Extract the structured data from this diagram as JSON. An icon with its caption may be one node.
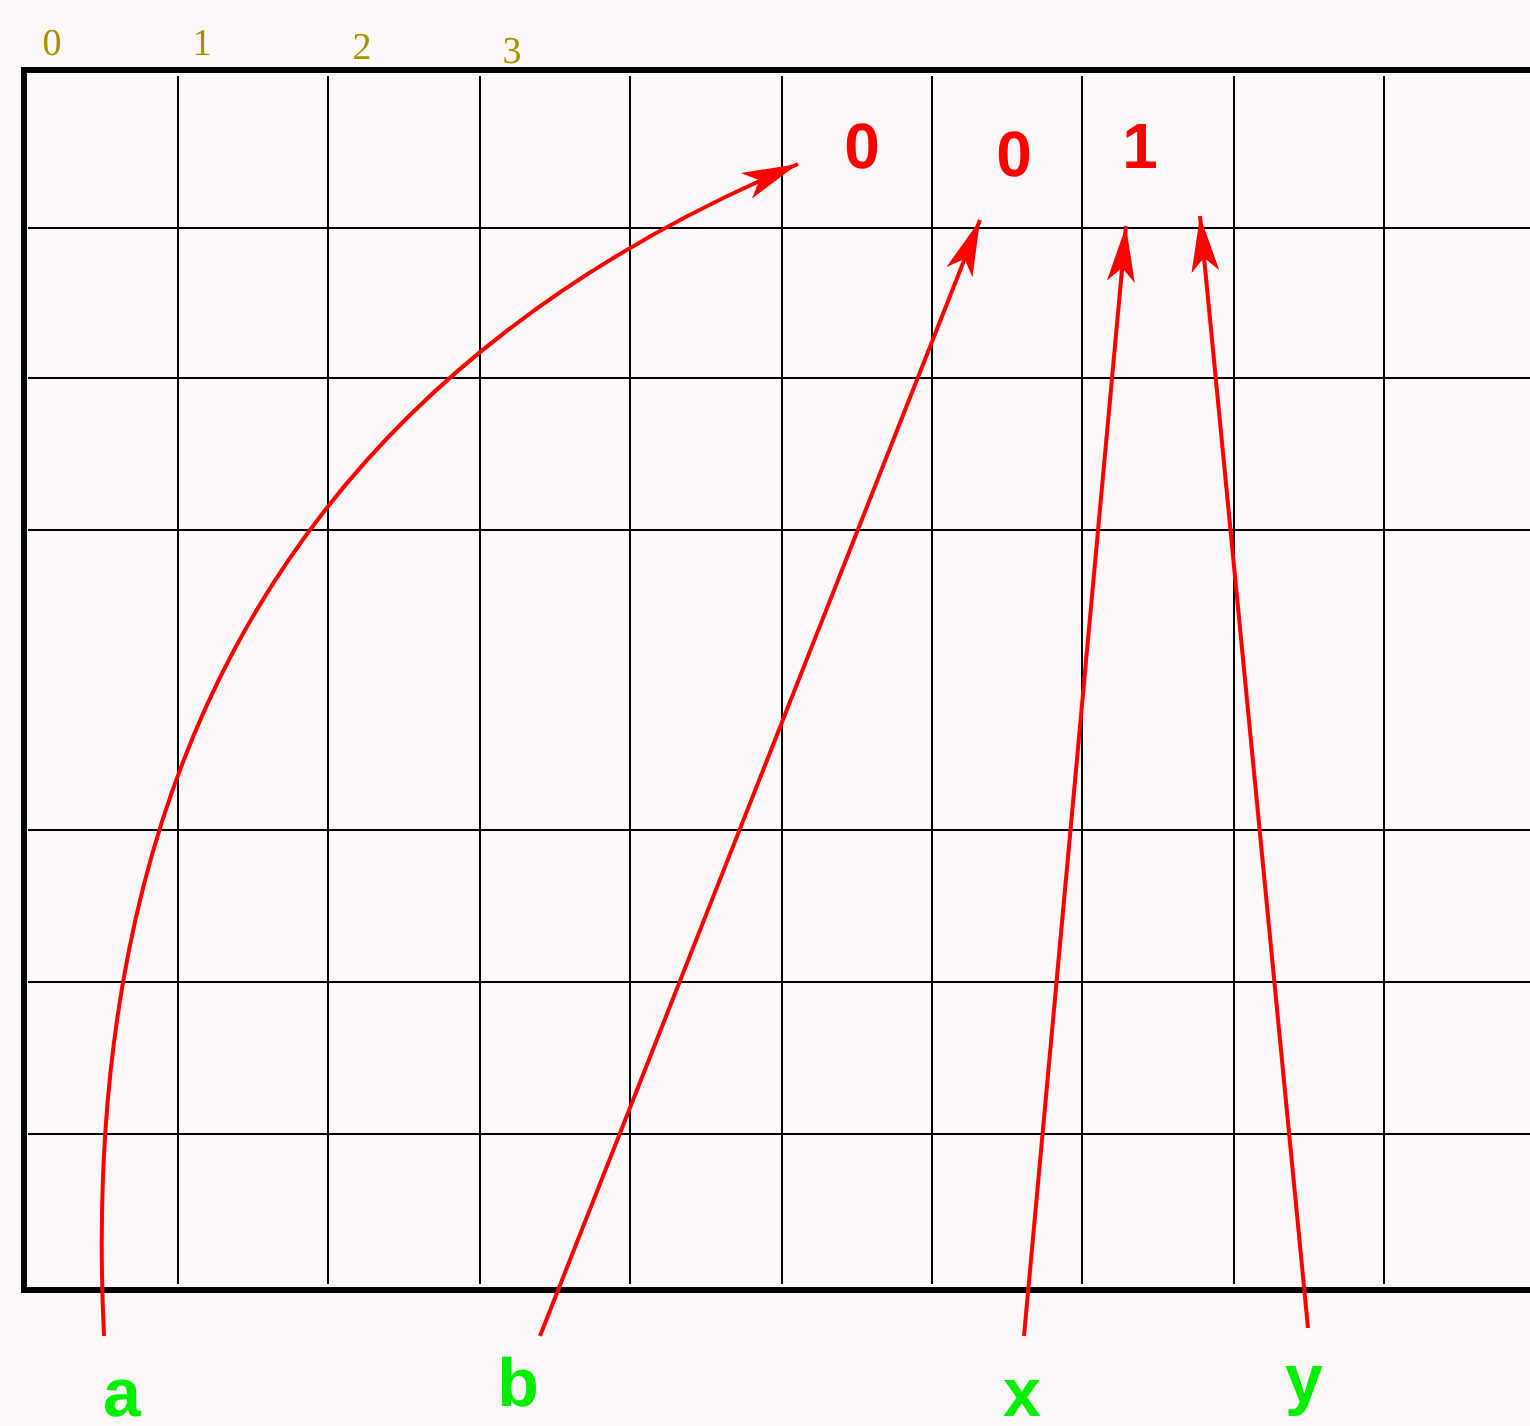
{
  "diagram": {
    "nodes": [
      {
        "text": [
          "0"
        ]
      },
      {
        "text": [
          "0"
        ]
      },
      {
        "text": [
          "1"
        ]
      },
      {
        "text": [
          "a"
        ]
      },
      {
        "text": [
          "b"
        ]
      },
      {
        "text": [
          "x"
        ]
      },
      {
        "text": [
          "y"
        ]
      }
    ],
    "edges": [
      {
        "from": 3,
        "to": 0,
        "arrow": "to"
      },
      {
        "from": 4,
        "to": 1,
        "arrow": "to"
      },
      {
        "from": 5,
        "to": 2,
        "arrow": "to"
      },
      {
        "from": 6,
        "to": 2,
        "arrow": "to"
      }
    ],
    "labels": [
      "0",
      "1",
      "2",
      "3"
    ]
  }
}
